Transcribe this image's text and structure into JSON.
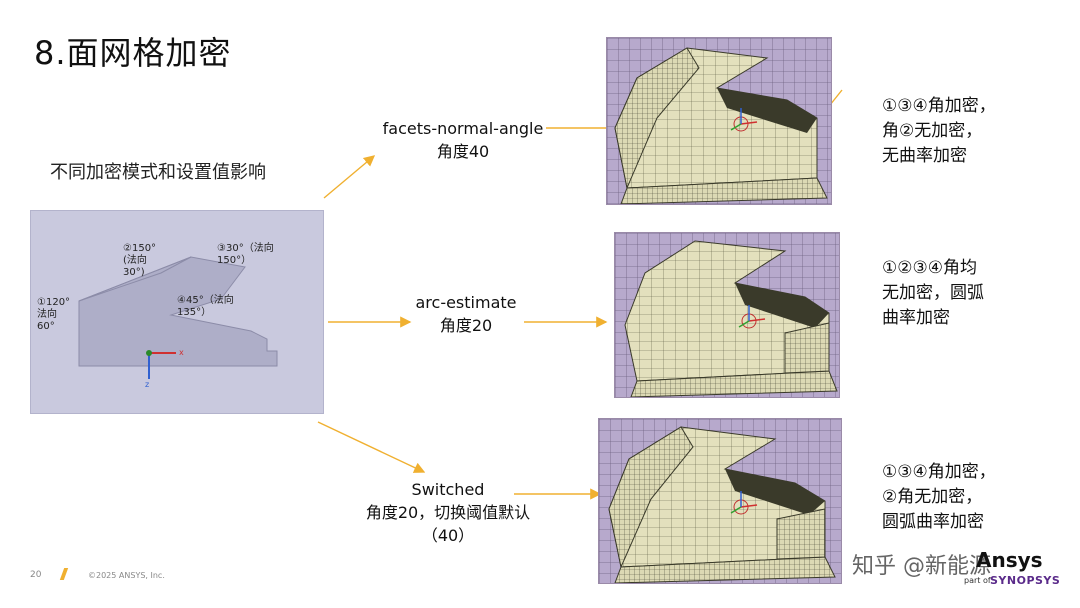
{
  "slide": {
    "title": "8.面网格加密",
    "subtitle": "不同加密模式和设置值影响",
    "page_number": "20",
    "copyright": "©2025 ANSYS, Inc."
  },
  "geometry": {
    "corner1": [
      "①120°",
      "法向",
      "60°"
    ],
    "corner2": [
      "②150°",
      "(法向",
      "30°)"
    ],
    "corner3": [
      "③30°（法向",
      "150°）"
    ],
    "corner4": [
      "④45°（法向",
      "135°）"
    ],
    "axis_x": "x",
    "axis_z": "z"
  },
  "modes": [
    {
      "name": "facets-normal-angle",
      "setting": "角度40",
      "extra": ""
    },
    {
      "name": "arc-estimate",
      "setting": "角度20",
      "extra": ""
    },
    {
      "name": "Switched",
      "setting": "角度20，切换阈值默认",
      "extra": "（40）"
    }
  ],
  "notes": [
    [
      "①③④角加密，",
      "角②无加密，",
      "无曲率加密"
    ],
    [
      "①②③④角均",
      "无加密，圆弧",
      "曲率加密"
    ],
    [
      "①③④角加密，",
      "②角无加密，",
      "圆弧曲率加密"
    ]
  ],
  "watermark": "知乎 @新能源",
  "logo": {
    "brand": "Ansys",
    "tagline": "part of",
    "parent": "SYNOPSYS"
  },
  "colors": {
    "arrow": "#f0b030",
    "mesh_face": "#dcd9b4",
    "mesh_line": "#4a4a38",
    "background_grid": "#b7a9cc",
    "panel": "#c9c9de"
  }
}
